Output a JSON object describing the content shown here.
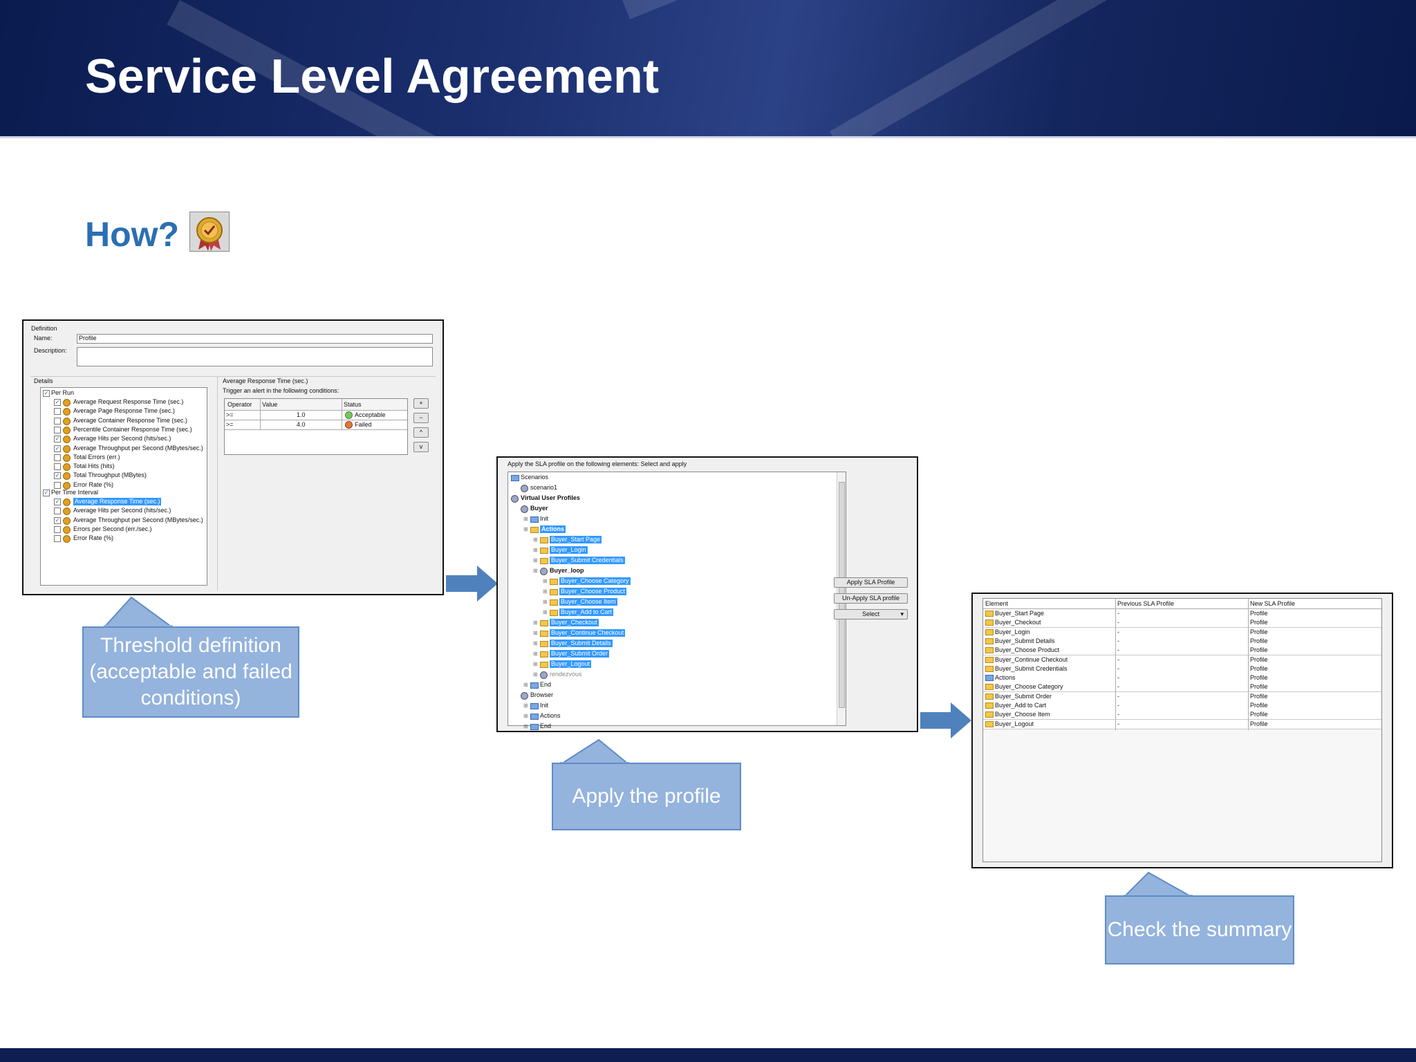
{
  "slide": {
    "title": "Service Level Agreement",
    "subtitle": "How?"
  },
  "definition_panel": {
    "group_label": "Definition",
    "name_label": "Name:",
    "name_value": "Profile",
    "description_label": "Description:",
    "description_value": "",
    "details_label": "Details",
    "per_run_label": "Per Run",
    "per_run_items": [
      {
        "label": "Average Request Response Time (sec.)",
        "checked": true
      },
      {
        "label": "Average Page Response Time (sec.)",
        "checked": false
      },
      {
        "label": "Average Container Response Time (sec.)",
        "checked": false
      },
      {
        "label": "Percentile Container Response Time (sec.)",
        "checked": false
      },
      {
        "label": "Average Hits per Second (hits/sec.)",
        "checked": true
      },
      {
        "label": "Average Throughput per Second (MBytes/sec.)",
        "checked": true
      },
      {
        "label": "Total Errors (err.)",
        "checked": false
      },
      {
        "label": "Total Hits (hits)",
        "checked": false
      },
      {
        "label": "Total Throughput (MBytes)",
        "checked": true
      },
      {
        "label": "Error Rate (%)",
        "checked": false
      }
    ],
    "per_interval_label": "Per Time Interval",
    "per_interval_items": [
      {
        "label": "Average Response Time (sec.)",
        "checked": true,
        "selected": true
      },
      {
        "label": "Average Hits per Second (hits/sec.)",
        "checked": false
      },
      {
        "label": "Average Throughput per Second (MBytes/sec.)",
        "checked": true
      },
      {
        "label": "Errors per Second (err./sec.)",
        "checked": false
      },
      {
        "label": "Error Rate (%)",
        "checked": false
      }
    ],
    "right_title": "Average Response Time (sec.)",
    "trigger_label": "Trigger an alert in the following conditions:",
    "table_headers": [
      "Operator",
      "Value",
      "Status"
    ],
    "table_rows": [
      {
        "operator": ">=",
        "value": "1.0",
        "status": "Acceptable"
      },
      {
        "operator": ">=",
        "value": "4.0",
        "status": "Failed"
      }
    ],
    "side_buttons": [
      "+",
      "−",
      "^",
      "v"
    ]
  },
  "apply_panel": {
    "instruction": "Apply the SLA profile on the following elements: Select and apply",
    "tree": [
      {
        "label": "Scenarios",
        "level": 0,
        "style": "normal"
      },
      {
        "label": "scenario1",
        "level": 1,
        "style": "normal"
      },
      {
        "label": "Virtual User Profiles",
        "level": 0,
        "style": "bold"
      },
      {
        "label": "Buyer",
        "level": 1,
        "style": "bold"
      },
      {
        "label": "Init",
        "level": 2,
        "style": "normal"
      },
      {
        "label": "Actions",
        "level": 2,
        "style": "selbold"
      },
      {
        "label": "Buyer_Start Page",
        "level": 3,
        "style": "sel"
      },
      {
        "label": "Buyer_Login",
        "level": 3,
        "style": "sel"
      },
      {
        "label": "Buyer_Submit Credentials",
        "level": 3,
        "style": "sel"
      },
      {
        "label": "Buyer_loop",
        "level": 3,
        "style": "bold"
      },
      {
        "label": "Buyer_Choose Category",
        "level": 4,
        "style": "sel"
      },
      {
        "label": "Buyer_Choose Product",
        "level": 4,
        "style": "sel"
      },
      {
        "label": "Buyer_Choose Item",
        "level": 4,
        "style": "sel"
      },
      {
        "label": "Buyer_Add to Cart",
        "level": 4,
        "style": "sel"
      },
      {
        "label": "Buyer_Checkout",
        "level": 3,
        "style": "sel"
      },
      {
        "label": "Buyer_Continue Checkout",
        "level": 3,
        "style": "sel"
      },
      {
        "label": "Buyer_Submit Details",
        "level": 3,
        "style": "sel"
      },
      {
        "label": "Buyer_Submit Order",
        "level": 3,
        "style": "sel"
      },
      {
        "label": "Buyer_Logout",
        "level": 3,
        "style": "sel"
      },
      {
        "label": "rendezvous",
        "level": 3,
        "style": "muted"
      },
      {
        "label": "End",
        "level": 2,
        "style": "normal"
      },
      {
        "label": "Browser",
        "level": 1,
        "style": "normal"
      },
      {
        "label": "Init",
        "level": 2,
        "style": "normal"
      },
      {
        "label": "Actions",
        "level": 2,
        "style": "normal"
      },
      {
        "label": "End",
        "level": 2,
        "style": "normal"
      }
    ],
    "buttons": {
      "apply": "Apply SLA Profile",
      "unapply": "Un-Apply SLA profile",
      "select": "Select"
    }
  },
  "summary_panel": {
    "headers": [
      "Element",
      "Previous SLA Profile",
      "New SLA Profile"
    ],
    "rows": [
      {
        "element": "Buyer_Start Page",
        "previous": "-",
        "new": "Profile",
        "icon": "folder"
      },
      {
        "element": "Buyer_Checkout",
        "previous": "-",
        "new": "Profile",
        "icon": "folder"
      },
      {
        "element": "Buyer_Login",
        "previous": "-",
        "new": "Profile",
        "icon": "folder"
      },
      {
        "element": "Buyer_Submit Details",
        "previous": "-",
        "new": "Profile",
        "icon": "folder"
      },
      {
        "element": "Buyer_Choose Product",
        "previous": "-",
        "new": "Profile",
        "icon": "folder"
      },
      {
        "element": "Buyer_Continue Checkout",
        "previous": "-",
        "new": "Profile",
        "icon": "folder"
      },
      {
        "element": "Buyer_Submit Credentials",
        "previous": "-",
        "new": "Profile",
        "icon": "folder"
      },
      {
        "element": "Actions",
        "previous": "-",
        "new": "Profile",
        "icon": "blue-folder"
      },
      {
        "element": "Buyer_Choose Category",
        "previous": "-",
        "new": "Profile",
        "icon": "folder"
      },
      {
        "element": "Buyer_Submit Order",
        "previous": "-",
        "new": "Profile",
        "icon": "folder"
      },
      {
        "element": "Buyer_Add to Cart",
        "previous": "-",
        "new": "Profile",
        "icon": "folder"
      },
      {
        "element": "Buyer_Choose Item",
        "previous": "-",
        "new": "Profile",
        "icon": "folder"
      },
      {
        "element": "Buyer_Logout",
        "previous": "-",
        "new": "Profile",
        "icon": "folder"
      }
    ]
  },
  "callouts": {
    "threshold": "Threshold definition (acceptable and failed conditions)",
    "apply": "Apply the profile",
    "check": "Check the summary"
  },
  "colors": {
    "header_bg": "#0a1b4f",
    "title": "#2b6fb3",
    "callout_bg": "#94b3dd",
    "arrow": "#4f81bd",
    "selection": "#3399ff"
  }
}
